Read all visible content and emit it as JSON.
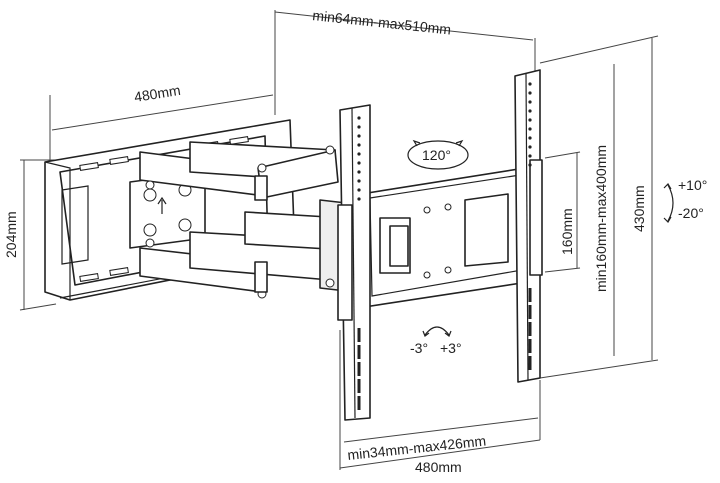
{
  "labels": {
    "arm_extension": "min64mm-max510mm",
    "wall_plate_width": "480mm",
    "wall_plate_height": "204mm",
    "swivel": "120°",
    "vesa_vertical_inner": "160mm",
    "vesa_vertical_range": "min160mm-max400mm",
    "tv_bracket_height": "430mm",
    "tilt_up": "+10°",
    "tilt_down": "-20°",
    "rotation_left": "-3°",
    "rotation_right": "+3°",
    "vesa_horizontal_range": "min34mm-max426mm",
    "tv_bracket_width": "480mm"
  },
  "colors": {
    "line": "#222222",
    "dimension": "#444444",
    "background": "#ffffff"
  }
}
